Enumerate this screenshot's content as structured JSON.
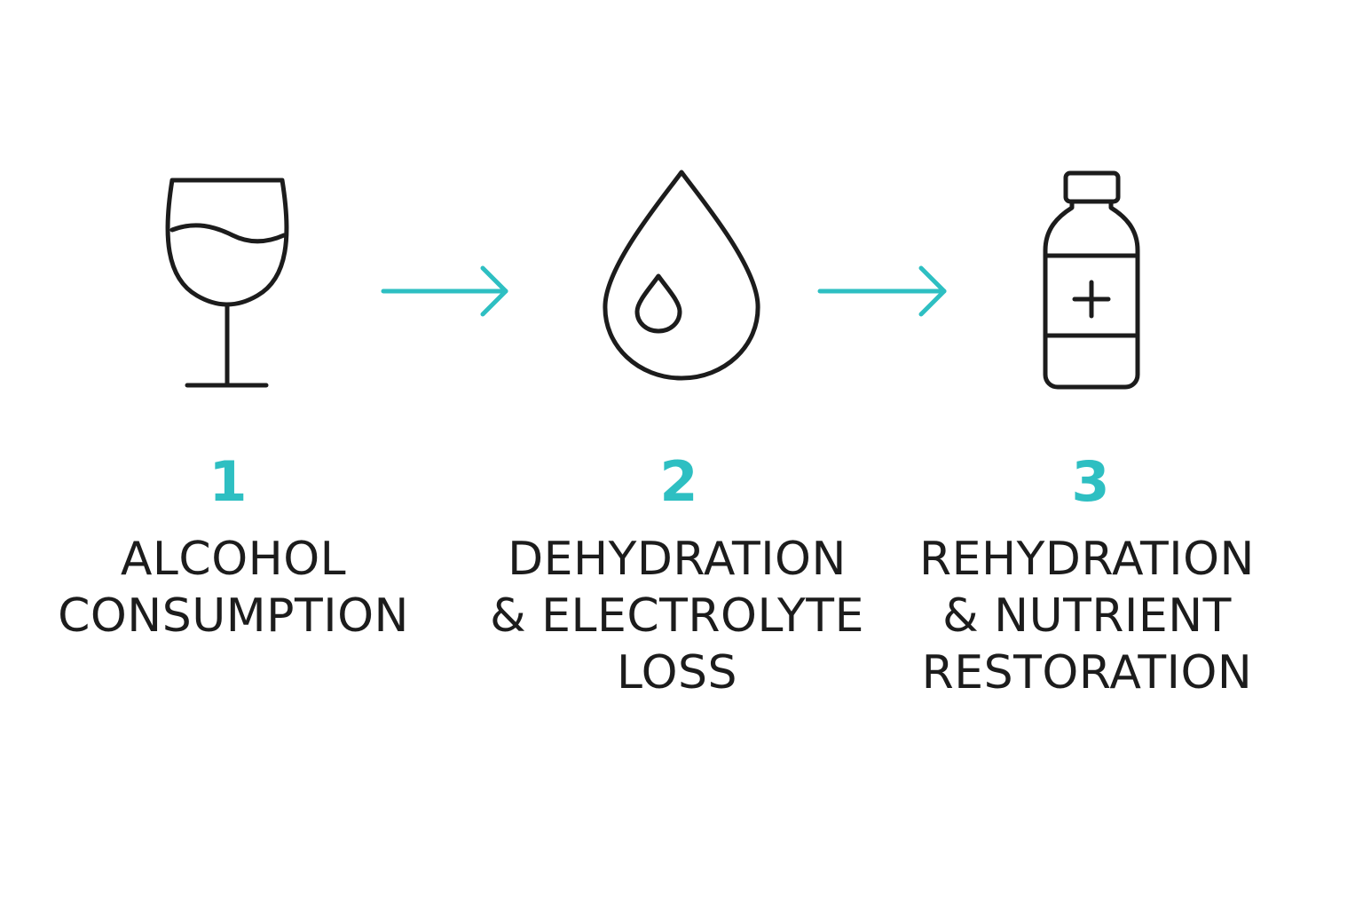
{
  "colors": {
    "accent": "#2ebfc2",
    "ink": "#1c1c1c",
    "background": "#ffffff"
  },
  "steps": [
    {
      "number": "1",
      "icon": "wine-glass-icon",
      "label_lines": [
        "ALCOHOL",
        "CONSUMPTION"
      ]
    },
    {
      "number": "2",
      "icon": "water-drop-icon",
      "label_lines": [
        "DEHYDRATION",
        "& ELECTROLYTE",
        "LOSS"
      ]
    },
    {
      "number": "3",
      "icon": "medicine-bottle-icon",
      "label_lines": [
        "REHYDRATION",
        "& NUTRIENT",
        "RESTORATION"
      ]
    }
  ],
  "connectors": [
    "arrow-right-icon",
    "arrow-right-icon"
  ]
}
